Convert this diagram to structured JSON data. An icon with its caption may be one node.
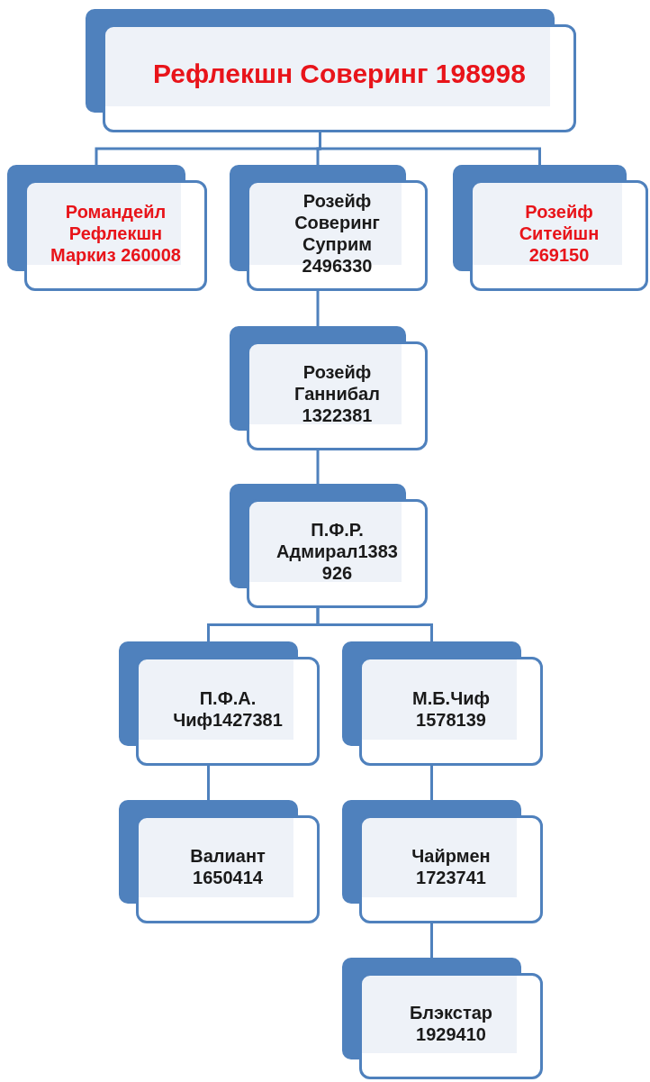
{
  "diagram": {
    "nodes": [
      {
        "text": [
          "Рефлекшн Соверинг 198998"
        ]
      },
      {
        "text": [
          "Романдейл Рефлекшн Маркиз 260008"
        ]
      },
      {
        "text": [
          "Розейф Соверинг Суприм 2496330"
        ]
      },
      {
        "text": [
          "Розейф Ситейшн 269150"
        ]
      },
      {
        "text": [
          "Розейф Ганнибал 1322381"
        ]
      },
      {
        "text": [
          "П.Ф.Р. Адмирал1383 926"
        ]
      },
      {
        "text": [
          "П.Ф.А. Чиф1427381"
        ]
      },
      {
        "text": [
          "М.Б.Чиф 1578139"
        ]
      },
      {
        "text": [
          "Валиант 1650414"
        ]
      },
      {
        "text": [
          "Чайрмен 1723741"
        ]
      },
      {
        "text": [
          "Блэкстар 1929410"
        ]
      }
    ],
    "edges": [
      {
        "from": 0,
        "to": 1,
        "arrow": "none"
      },
      {
        "from": 0,
        "to": 2,
        "arrow": "none"
      },
      {
        "from": 0,
        "to": 3,
        "arrow": "none"
      },
      {
        "from": 2,
        "to": 4,
        "arrow": "none"
      },
      {
        "from": 4,
        "to": 5,
        "arrow": "none"
      },
      {
        "from": 5,
        "to": 6,
        "arrow": "none"
      },
      {
        "from": 5,
        "to": 7,
        "arrow": "none"
      },
      {
        "from": 6,
        "to": 8,
        "arrow": "none"
      },
      {
        "from": 7,
        "to": 9,
        "arrow": "none"
      },
      {
        "from": 9,
        "to": 10,
        "arrow": "none"
      }
    ]
  }
}
